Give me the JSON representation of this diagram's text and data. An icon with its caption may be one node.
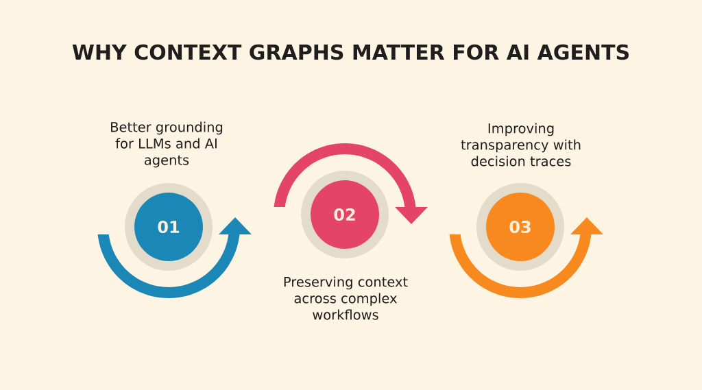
{
  "diagram": {
    "title": "WHY CONTEXT GRAPHS MATTER FOR AI AGENTS",
    "nodes": [
      {
        "text": [
          "01"
        ],
        "beside": [
          "Better grounding for LLMs and AI agents"
        ]
      },
      {
        "text": [
          "02"
        ],
        "beside": [
          "Preserving context across complex workflows"
        ]
      },
      {
        "text": [
          "03"
        ],
        "beside": [
          "Improving transparency with decision traces"
        ]
      }
    ]
  }
}
